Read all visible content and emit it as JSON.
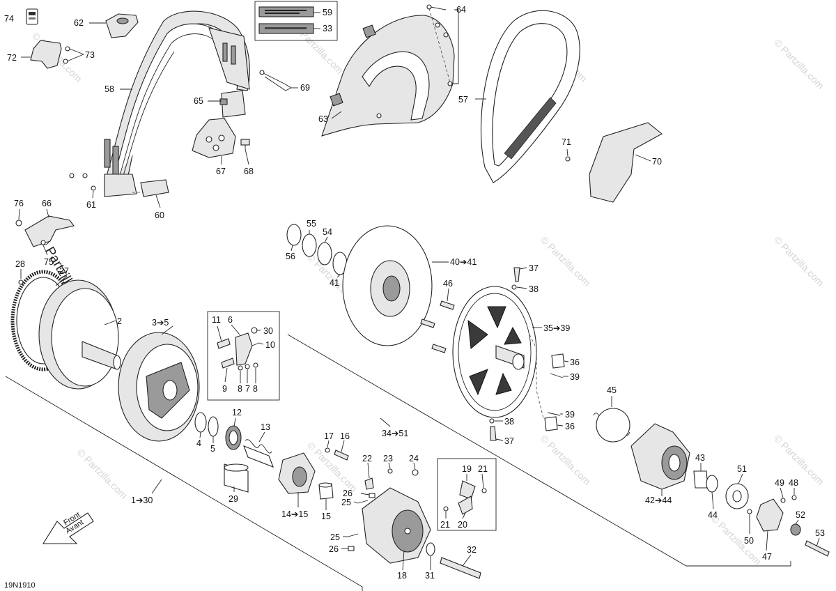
{
  "diagram_code": "19N1910",
  "watermark": "© Partzilla.com",
  "front_arrow": {
    "line1": "Front",
    "line2": "Avant"
  },
  "callouts": [
    {
      "id": "c74",
      "text": "74"
    },
    {
      "id": "c62",
      "text": "62"
    },
    {
      "id": "c72",
      "text": "72"
    },
    {
      "id": "c73",
      "text": "73"
    },
    {
      "id": "c58",
      "text": "58"
    },
    {
      "id": "c61",
      "text": "61"
    },
    {
      "id": "c60",
      "text": "60"
    },
    {
      "id": "c59",
      "text": "59"
    },
    {
      "id": "c33",
      "text": "33"
    },
    {
      "id": "c69",
      "text": "69"
    },
    {
      "id": "c65",
      "text": "65"
    },
    {
      "id": "c67",
      "text": "67"
    },
    {
      "id": "c68",
      "text": "68"
    },
    {
      "id": "c64",
      "text": "64"
    },
    {
      "id": "c63",
      "text": "63"
    },
    {
      "id": "c57",
      "text": "57"
    },
    {
      "id": "c71",
      "text": "71"
    },
    {
      "id": "c70",
      "text": "70"
    },
    {
      "id": "c76",
      "text": "76"
    },
    {
      "id": "c66",
      "text": "66"
    },
    {
      "id": "c75",
      "text": "75"
    },
    {
      "id": "c28",
      "text": "28"
    },
    {
      "id": "c27",
      "text": "27"
    },
    {
      "id": "c2",
      "text": "2"
    },
    {
      "id": "c3_5",
      "text": "3➔5"
    },
    {
      "id": "c11",
      "text": "11"
    },
    {
      "id": "c6",
      "text": "6"
    },
    {
      "id": "c30a",
      "text": "30"
    },
    {
      "id": "c10",
      "text": "10"
    },
    {
      "id": "c9",
      "text": "9"
    },
    {
      "id": "c8a",
      "text": "8"
    },
    {
      "id": "c7",
      "text": "7"
    },
    {
      "id": "c8b",
      "text": "8"
    },
    {
      "id": "c4",
      "text": "4"
    },
    {
      "id": "c5",
      "text": "5"
    },
    {
      "id": "c12",
      "text": "12"
    },
    {
      "id": "c13",
      "text": "13"
    },
    {
      "id": "c29",
      "text": "29"
    },
    {
      "id": "c1_30",
      "text": "1➔30"
    },
    {
      "id": "c14_15",
      "text": "14➔15"
    },
    {
      "id": "c15",
      "text": "15"
    },
    {
      "id": "c17",
      "text": "17"
    },
    {
      "id": "c16",
      "text": "16"
    },
    {
      "id": "c22",
      "text": "22"
    },
    {
      "id": "c23",
      "text": "23"
    },
    {
      "id": "c24",
      "text": "24"
    },
    {
      "id": "c26a",
      "text": "26"
    },
    {
      "id": "c25a",
      "text": "25"
    },
    {
      "id": "c25b",
      "text": "25"
    },
    {
      "id": "c26b",
      "text": "26"
    },
    {
      "id": "c18",
      "text": "18"
    },
    {
      "id": "c31",
      "text": "31"
    },
    {
      "id": "c32",
      "text": "32"
    },
    {
      "id": "c19",
      "text": "19"
    },
    {
      "id": "c21a",
      "text": "21"
    },
    {
      "id": "c21b",
      "text": "21"
    },
    {
      "id": "c20",
      "text": "20"
    },
    {
      "id": "c34_51",
      "text": "34➔51"
    },
    {
      "id": "c55",
      "text": "55"
    },
    {
      "id": "c54",
      "text": "54"
    },
    {
      "id": "c56",
      "text": "56"
    },
    {
      "id": "c41",
      "text": "41"
    },
    {
      "id": "c40_41",
      "text": "40➔41"
    },
    {
      "id": "c37a",
      "text": "37"
    },
    {
      "id": "c38a",
      "text": "38"
    },
    {
      "id": "c46",
      "text": "46"
    },
    {
      "id": "c35_39",
      "text": "35➔39"
    },
    {
      "id": "c36a",
      "text": "36"
    },
    {
      "id": "c39a",
      "text": "39"
    },
    {
      "id": "c45",
      "text": "45"
    },
    {
      "id": "c39b",
      "text": "39"
    },
    {
      "id": "c36b",
      "text": "36"
    },
    {
      "id": "c38b",
      "text": "38"
    },
    {
      "id": "c37b",
      "text": "37"
    },
    {
      "id": "c43",
      "text": "43"
    },
    {
      "id": "c42_44",
      "text": "42➔44"
    },
    {
      "id": "c44",
      "text": "44"
    },
    {
      "id": "c51",
      "text": "51"
    },
    {
      "id": "c49",
      "text": "49"
    },
    {
      "id": "c48",
      "text": "48"
    },
    {
      "id": "c52",
      "text": "52"
    },
    {
      "id": "c50",
      "text": "50"
    },
    {
      "id": "c47",
      "text": "47"
    },
    {
      "id": "c53",
      "text": "53"
    }
  ]
}
